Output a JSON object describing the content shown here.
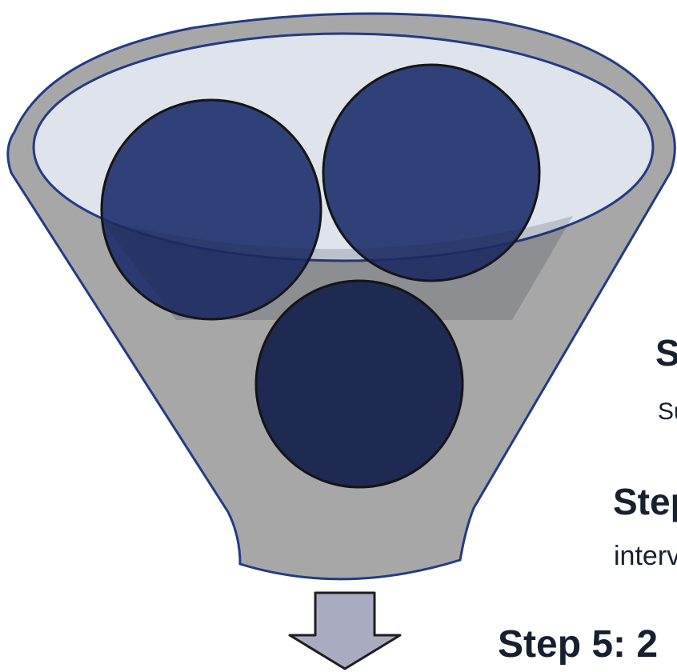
{
  "colors": {
    "funnel_fill": "#a7a7a7",
    "funnel_outline": "#243a83",
    "rim_fill": "#dfe3eb",
    "ball_fill": "#1d2d6b",
    "ball_outline": "#141414",
    "arrow_fill": "#a9acc0",
    "arrow_outline": "#1e1e1e",
    "text": "#17202f"
  },
  "funnel": {
    "ball_count": 3
  },
  "steps": [
    {
      "heading": "S",
      "body": "Su"
    },
    {
      "heading": "Step",
      "body": "interv"
    },
    {
      "heading": "Step 5: 2"
    }
  ]
}
